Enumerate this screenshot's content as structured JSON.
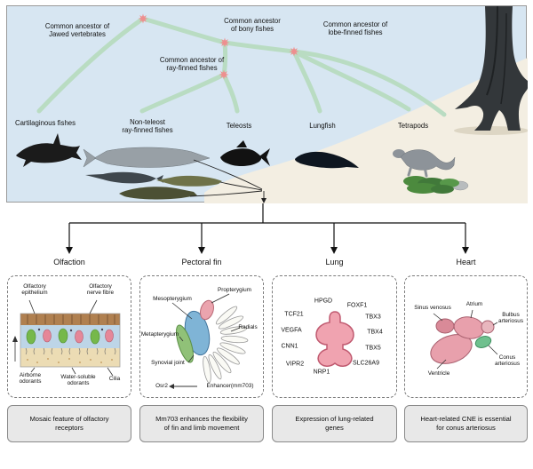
{
  "phylogeny": {
    "ancestors": {
      "jawed": "Common ancestor of\nJawed vertebrates",
      "bony": "Common ancestor\nof bony fishes",
      "lobe": "Common ancestor of\nlobe-finned fishes",
      "ray": "Common ancestor of\nray-finned fishes"
    },
    "groups": {
      "cartilaginous": "Cartilaginous fishes",
      "non_teleost": "Non-teleost\nray-finned fishes",
      "teleosts": "Teleosts",
      "lungfish": "Lungfish",
      "tetrapods": "Tetrapods"
    }
  },
  "categories": {
    "olfaction": "Olfaction",
    "pectoral_fin": "Pectoral fin",
    "lung": "Lung",
    "heart": "Heart"
  },
  "olfaction_panel": {
    "epithelium": "Olfactory\nepithelium",
    "nerve_fibre": "Olfactory\nnerve fibre",
    "airborne": "Airborne\nodorants",
    "water_soluble": "Water-soluble\nodorants",
    "cilia": "Cilia",
    "summary": "Mosaic feature of olfactory\nreceptors"
  },
  "fin_panel": {
    "mesopterygium": "Mesopterygium",
    "propterygium": "Propterygium",
    "metapterygium": "Metapterygium",
    "radials": "Radials",
    "synovial_joint": "Synovial joint",
    "osr2": "Osr2",
    "enhancer": "Enhancer(mm703)",
    "summary": "Mm703 enhances the flexibility\nof fin and limb movement"
  },
  "lung_panel": {
    "genes": [
      "HPGD",
      "FOXF1",
      "TCF21",
      "TBX3",
      "VEGFA",
      "TBX4",
      "CNN1",
      "TBX5",
      "VIPR2",
      "NRP1",
      "SLC26A9"
    ],
    "summary": "Expression of lung-related\ngenes"
  },
  "heart_panel": {
    "sinus_venosus": "Sinus venosus",
    "atrium": "Atrium",
    "bulbus_arteriosus": "Bulbus\narteriosus",
    "ventricle": "Ventricle",
    "conus_arteriosus": "Conus\narteriosus",
    "summary": "Heart-related CNE is essential\nfor conus arteriosus"
  },
  "colors": {
    "tree_panel_bg": "#d7e6f2",
    "branch_green": "#b9dcc2",
    "star_pink": "#ee8f8f",
    "ground_beige": "#f3eee2",
    "summary_bg": "#e8e8e8",
    "fin_blue": "#7fb4d6",
    "fin_green": "#90c178",
    "fin_pink": "#eba4ae",
    "lung_pink": "#f0a3b0",
    "heart_pink": "#e8a0ac",
    "conus_green": "#6fc08e"
  }
}
